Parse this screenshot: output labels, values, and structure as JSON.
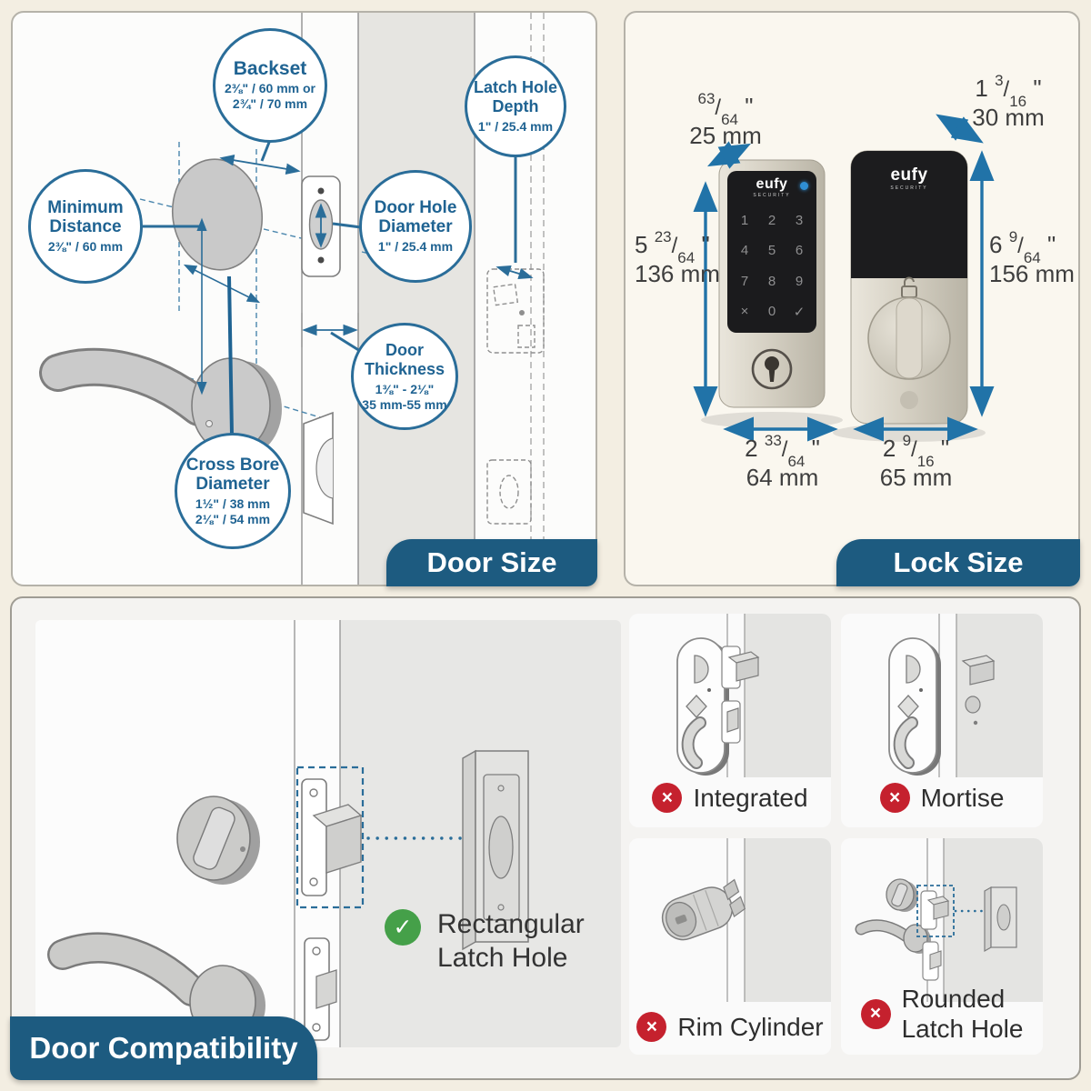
{
  "glyphs": {
    "slash": "/",
    "inch": "\""
  },
  "colors": {
    "background_cream": "#f3eee2",
    "accent_blue": "#1d5b80",
    "diagram_blue": "#2a6d99",
    "arrow_blue": "#2173a8",
    "error_red": "#c5212e",
    "success_green": "#45a049"
  },
  "door_size": {
    "tab": "Door Size",
    "backset": {
      "title": "Backset",
      "line1": "2⅜\" / 60 mm or",
      "line2": "2¾\" / 70 mm"
    },
    "min_distance": {
      "title": "Minimum Distance",
      "line1": "2⅜\" / 60 mm"
    },
    "door_hole": {
      "title": "Door Hole Diameter",
      "line1": "1\" / 25.4 mm"
    },
    "latch_depth": {
      "title": "Latch Hole Depth",
      "line1": "1\" / 25.4 mm"
    },
    "thickness": {
      "title": "Door Thickness",
      "line1": "1⅜\" - 2⅛\"",
      "line2": "35 mm-55 mm"
    },
    "cross_bore": {
      "title": "Cross Bore Diameter",
      "line1": "1½\" / 38 mm",
      "line2": "2⅛\" / 54 mm"
    }
  },
  "lock_size": {
    "tab": "Lock Size",
    "brand": "eufy",
    "brand_sub": "SECURITY",
    "keypad_keys": [
      "1",
      "2",
      "3",
      "4",
      "5",
      "6",
      "7",
      "8",
      "9",
      "×",
      "0",
      "✓"
    ],
    "exterior": {
      "depth": {
        "whole": "",
        "num": "63",
        "den": "64",
        "mm": "25 mm"
      },
      "height": {
        "whole": "5",
        "num": "23",
        "den": "64",
        "mm": "136 mm"
      },
      "width": {
        "whole": "2",
        "num": "33",
        "den": "64",
        "mm": "64 mm"
      }
    },
    "interior": {
      "depth": {
        "whole": "1",
        "num": "3",
        "den": "16",
        "mm": "30 mm"
      },
      "height": {
        "whole": "6",
        "num": "9",
        "den": "64",
        "mm": "156 mm"
      },
      "width": {
        "whole": "2",
        "num": "9",
        "den": "16",
        "mm": "65 mm"
      }
    }
  },
  "compatibility": {
    "tab": "Door Compatibility",
    "supported": {
      "line1": "Rectangular",
      "line2": "Latch Hole"
    },
    "unsupported": [
      {
        "label1": "Integrated",
        "label2": ""
      },
      {
        "label1": "Mortise",
        "label2": ""
      },
      {
        "label1": "Rim Cylinder",
        "label2": ""
      },
      {
        "label1": "Rounded",
        "label2": "Latch Hole"
      }
    ]
  }
}
